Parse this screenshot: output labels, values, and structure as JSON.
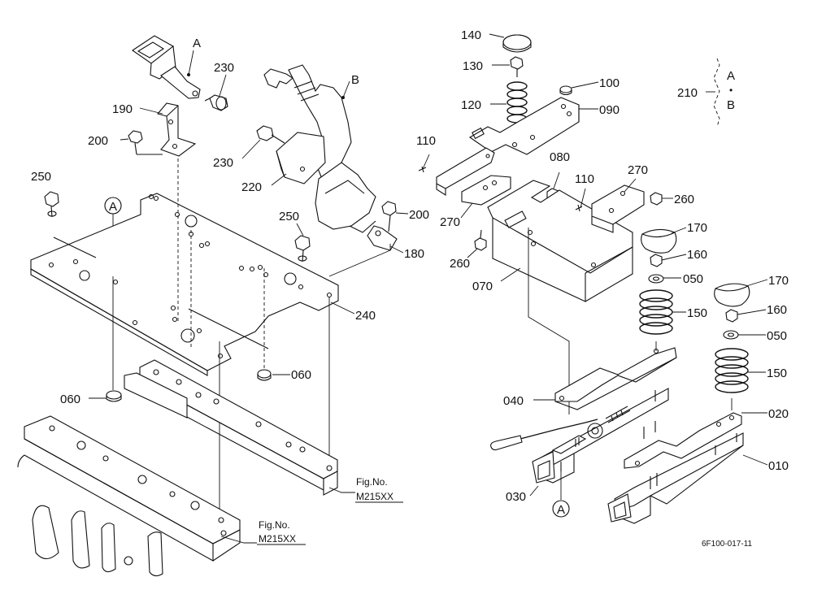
{
  "diagram": {
    "drawing_number": "6F100-017-11",
    "callouts": {
      "p140": "140",
      "p130": "130",
      "p120": "120",
      "p100": "100",
      "p090": "090",
      "p110a": "110",
      "p110b": "110",
      "p080": "080",
      "p270a": "270",
      "p270b": "270",
      "p260a": "260",
      "p260b": "260",
      "p170a": "170",
      "p170b": "170",
      "p160a": "160",
      "p160b": "160",
      "p050a": "050",
      "p050b": "050",
      "p150a": "150",
      "p150b": "150",
      "p070": "070",
      "p040": "040",
      "p020": "020",
      "p010": "010",
      "p030": "030",
      "p230a": "230",
      "p230b": "230",
      "p190": "190",
      "p200a": "200",
      "p200b": "200",
      "p250a": "250",
      "p250b": "250",
      "p220": "220",
      "p180": "180",
      "p240": "240",
      "p060a": "060",
      "p060b": "060",
      "p210": "210"
    },
    "letters": {
      "a": "A",
      "b": "B",
      "a_circle1": "A",
      "a_circle2": "A",
      "bracket_a": "A",
      "bracket_dot": "•",
      "bracket_b": "B"
    },
    "fig_refs": [
      {
        "label": "Fig.No.",
        "number": "M215XX"
      },
      {
        "label": "Fig.No.",
        "number": "M215XX"
      }
    ]
  }
}
